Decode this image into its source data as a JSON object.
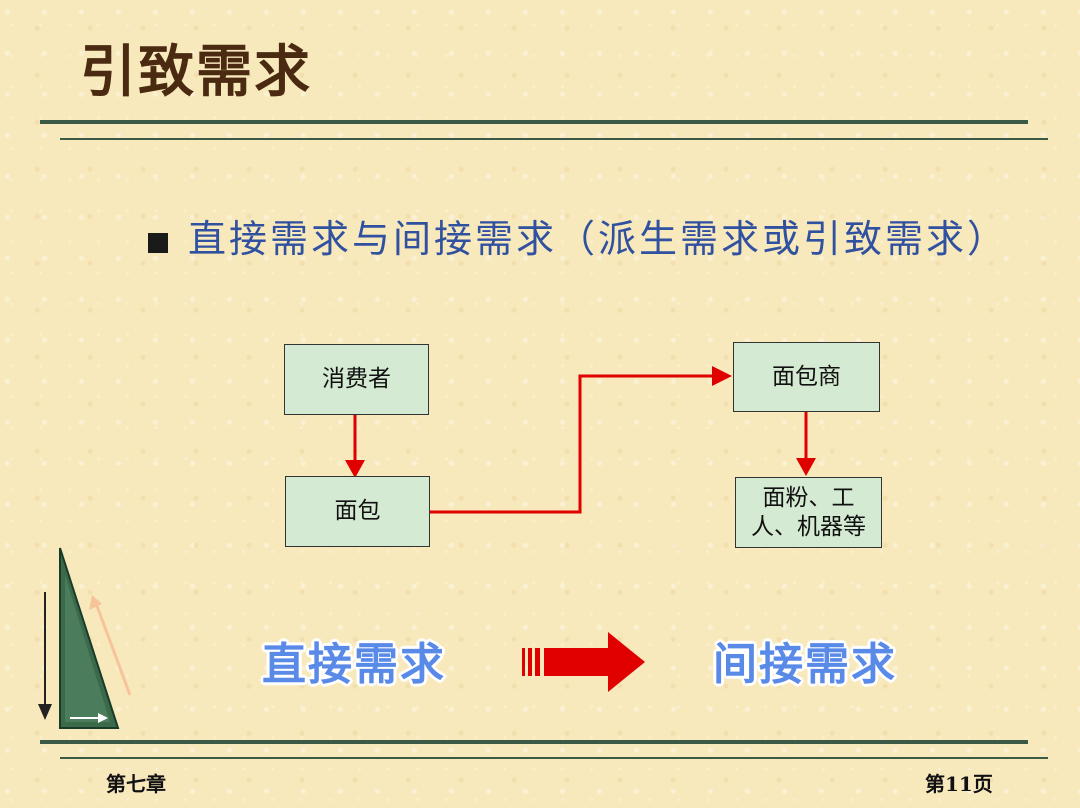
{
  "slide": {
    "title": "引致需求",
    "bullet": "直接需求与间接需求（派生需求或引致需求）"
  },
  "diagram": {
    "consumer": "消费者",
    "bread": "面包",
    "baker": "面包商",
    "inputs": "面粉、工人、机器等"
  },
  "bottom": {
    "direct": "直接需求",
    "indirect": "间接需求"
  },
  "footer": {
    "chapter": "第七章",
    "page": "第11页"
  }
}
